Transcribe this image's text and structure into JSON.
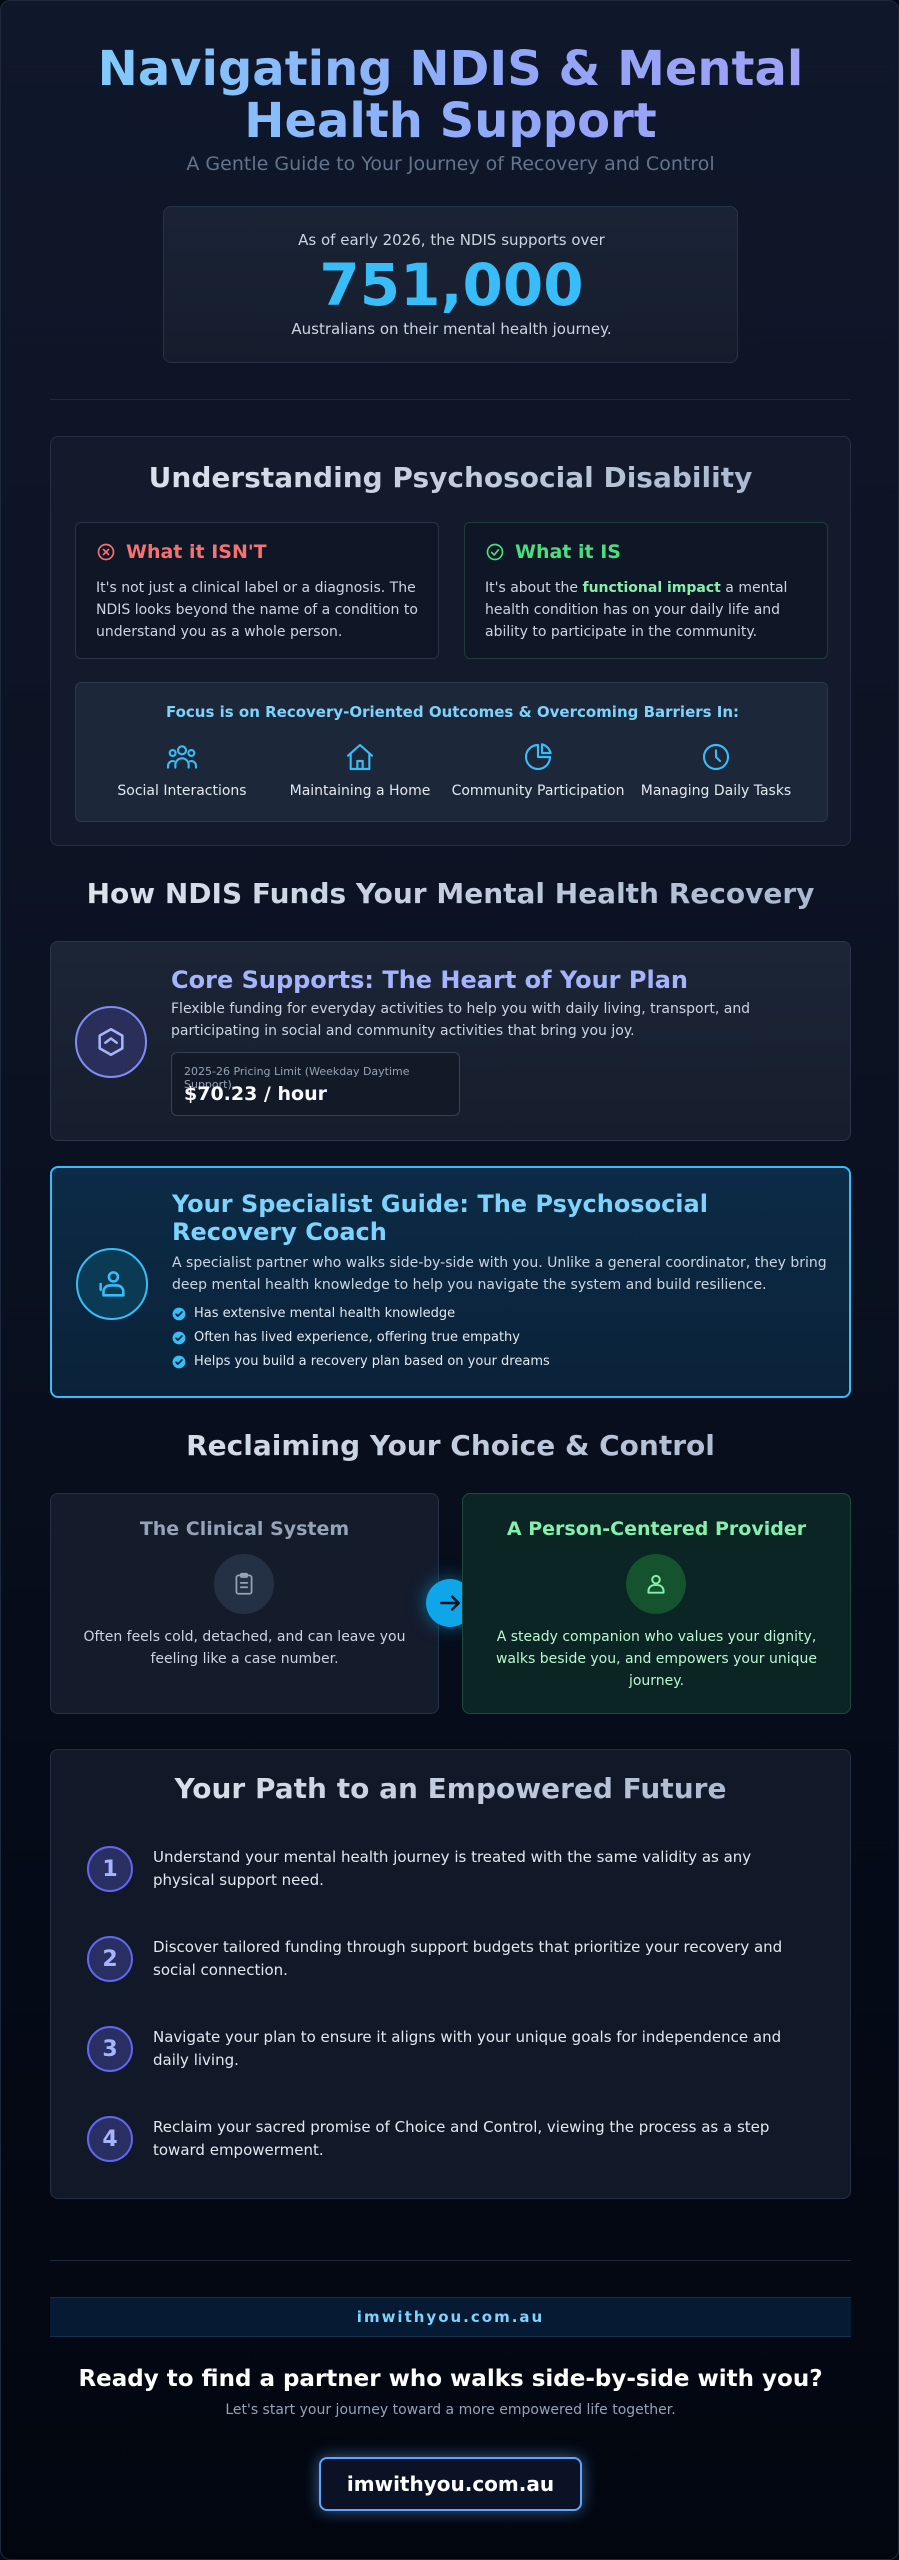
{
  "header": {
    "title": "Navigating NDIS & Mental Health Support",
    "subtitle": "A Gentle Guide to Your Journey of Recovery and Control"
  },
  "stat": {
    "pre": "As of early 2026, the NDIS supports over",
    "number": "751,000",
    "post": "Australians on their mental health journey."
  },
  "psychosocial": {
    "title": "Understanding Psychosocial Disability",
    "isnt": {
      "heading": "What it ISN'T",
      "text": "It's not just a clinical label or a diagnosis. The NDIS looks beyond the name of a condition to understand you as a whole person."
    },
    "is": {
      "heading": "What it IS",
      "text_before": "It's about the ",
      "highlight": "functional impact",
      "text_after": " a mental health condition has on your daily life and ability to participate in the community."
    },
    "focus": {
      "title": "Focus is on Recovery-Oriented Outcomes & Overcoming Barriers In:",
      "items": [
        {
          "label": "Social Interactions",
          "icon": "users-icon"
        },
        {
          "label": "Maintaining a Home",
          "icon": "home-icon"
        },
        {
          "label": "Community Participation",
          "icon": "pie-chart-icon"
        },
        {
          "label": "Managing Daily Tasks",
          "icon": "clock-icon"
        }
      ]
    }
  },
  "funding": {
    "title": "How NDIS Funds Your Mental Health Recovery",
    "core": {
      "title": "Core Supports: The Heart of Your Plan",
      "text": "Flexible funding for everyday activities to help you with daily living, transport, and participating in social and community activities that bring you joy.",
      "price_label": "2025-26 Pricing Limit (Weekday Daytime Support)",
      "price_value": "$70.23 / hour"
    },
    "coach": {
      "title": "Your Specialist Guide: The Psychosocial Recovery Coach",
      "text": "A specialist partner who walks side-by-side with you. Unlike a general coordinator, they bring deep mental health knowledge to help you navigate the system and build resilience.",
      "bullets": [
        "Has extensive mental health knowledge",
        "Often has lived experience, offering true empathy",
        "Helps you build a recovery plan based on your dreams"
      ]
    }
  },
  "choice": {
    "title": "Reclaiming Your Choice & Control",
    "clinical": {
      "title": "The Clinical System",
      "text": "Often feels cold, detached, and can leave you feeling like a case number."
    },
    "provider": {
      "title": "A Person-Centered Provider",
      "text": "A steady companion who values your dignity, walks beside you, and empowers your unique journey."
    }
  },
  "path": {
    "title": "Your Path to an Empowered Future",
    "steps": [
      {
        "num": "1",
        "text": "Understand your mental health journey is treated with the same validity as any physical support need."
      },
      {
        "num": "2",
        "text": "Discover tailored funding through support budgets that prioritize your recovery and social connection."
      },
      {
        "num": "3",
        "text": "Navigate your plan to ensure it aligns with your unique goals for independence and daily living."
      },
      {
        "num": "4",
        "text": "Reclaim your sacred promise of Choice and Control, viewing the process as a step toward empowerment."
      }
    ]
  },
  "footer": {
    "url_bar": "imwithyou.com.au",
    "cta_title": "Ready to find a partner who walks side-by-side with you?",
    "cta_sub": "Let's start your journey toward a more empowered life together.",
    "cta_button": "imwithyou.com.au"
  },
  "colors": {
    "accent_blue": "#38bdf8",
    "accent_indigo": "#818cf8",
    "red": "#f87171",
    "green": "#4ade80"
  }
}
